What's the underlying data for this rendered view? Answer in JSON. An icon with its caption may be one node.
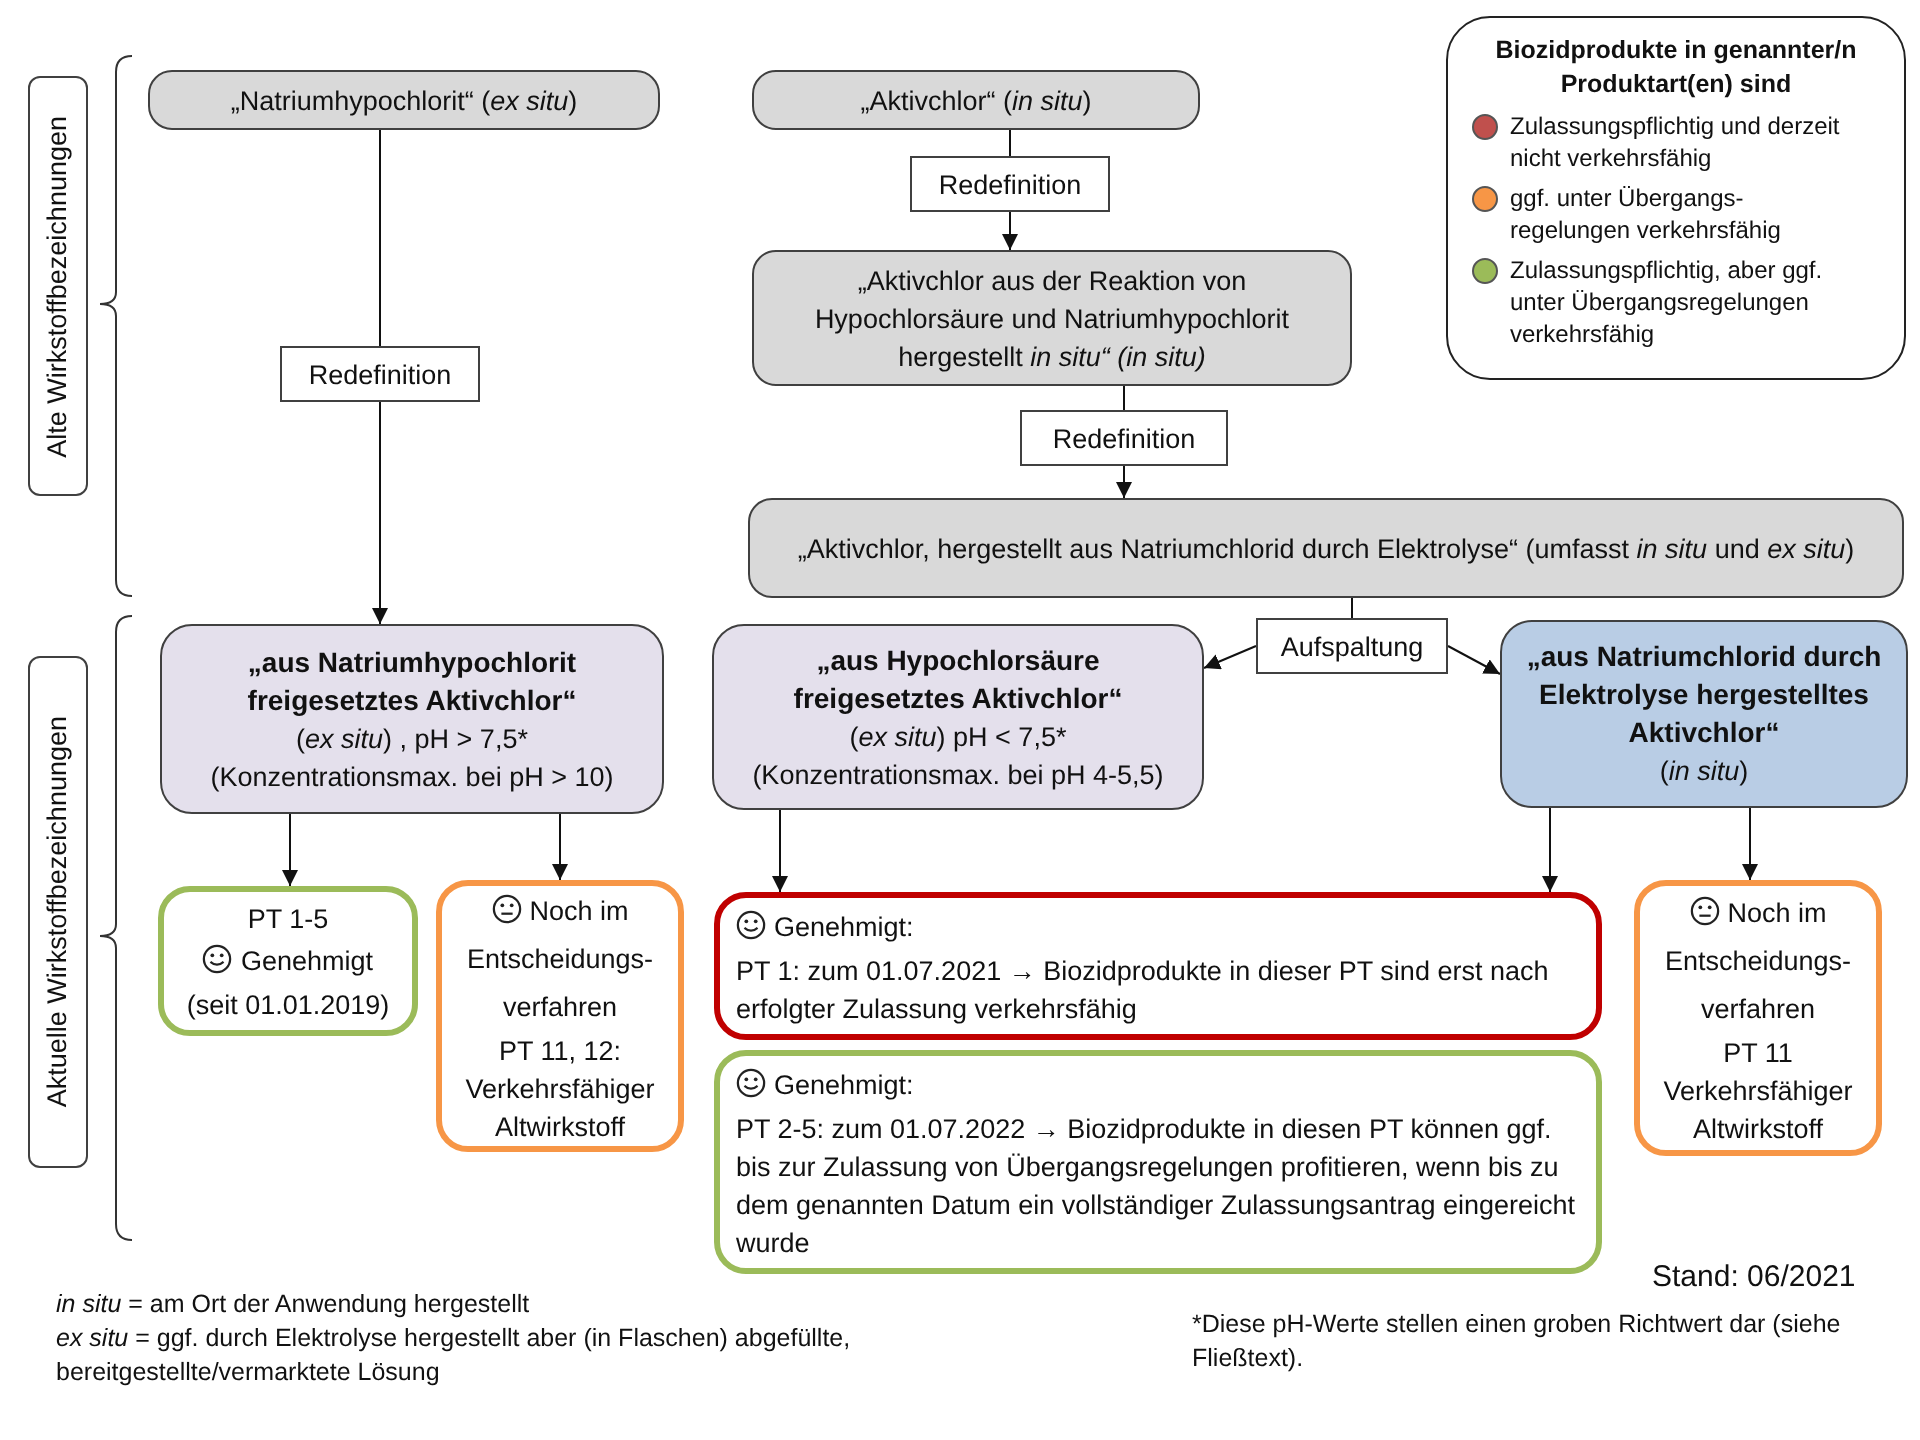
{
  "diagram": {
    "nodes": [
      {
        "text": [
          "Alte Wirkstoffbezeichnungen"
        ]
      },
      {
        "text": [
          "„Natriumhypochlorit“ (*ex situ*)"
        ]
      },
      {
        "text": [
          "„Aktivchlor“ (*in situ*)"
        ]
      },
      {
        "text": [
          "Redefinition"
        ]
      },
      {
        "text": [
          "„Aktivchlor aus der Reaktion von Hypochlorsäure und Natriumhypochlorit hergestellt *in situ“ (in situ)*"
        ]
      },
      {
        "text": [
          "Redefinition"
        ]
      },
      {
        "text": [
          "Redefinition"
        ]
      },
      {
        "text": [
          "„Aktivchlor, hergestellt aus Natriumchlorid durch Elektrolyse“ (umfasst *in situ* und *ex situ*)"
        ]
      },
      {
        "text": [
          "Aktuelle Wirkstoffbezeichnungen"
        ]
      },
      {
        "text": [
          "„aus Natriumhypochlorit freigesetztes Aktivchlor“",
          "(*ex situ*) , pH > 7,5*",
          "(Konzentrationsmax. bei pH > 10)"
        ]
      },
      {
        "text": [
          "„aus Hypochlorsäure freigesetztes Aktivchlor“",
          "(*ex situ*) pH < 7,5*",
          "(Konzentrationsmax. bei pH 4-5,5)"
        ]
      },
      {
        "text": [
          "Aufspaltung"
        ]
      },
      {
        "text": [
          "„aus Natriumchlorid durch Elektrolyse hergestelltes Aktivchlor“",
          "(*in situ*)"
        ]
      },
      {
        "text": [
          "PT 1-5",
          "Genehmigt",
          "(seit 01.01.2019)"
        ]
      },
      {
        "text": [
          "Noch im Entscheidungs-verfahren",
          "PT 11, 12:",
          "Verkehrsfähiger Altwirkstoff"
        ]
      },
      {
        "text": [
          "Genehmigt:",
          "PT 1: zum 01.07.2021 → Biozidprodukte in dieser PT sind erst nach erfolgter Zulassung verkehrsfähig"
        ]
      },
      {
        "text": [
          "Noch im Entscheidungs-verfahren",
          "PT 11",
          "Verkehrsfähiger Altwirkstoff"
        ]
      },
      {
        "text": [
          "Genehmigt:",
          "PT 2-5: zum 01.07.2022 → Biozidprodukte in diesen PT können ggf. bis zur Zulassung von Übergangsregelungen profitieren, wenn bis zu dem genannten Datum ein vollständiger Zulassungsantrag eingereicht wurde"
        ]
      }
    ],
    "edges": [
      {
        "from": 1,
        "to": 5,
        "arrow": "none"
      },
      {
        "from": 5,
        "to": 9,
        "arrow": "to"
      },
      {
        "from": 2,
        "to": 3,
        "arrow": "none"
      },
      {
        "from": 3,
        "to": 4,
        "arrow": "to"
      },
      {
        "from": 4,
        "to": 6,
        "arrow": "none"
      },
      {
        "from": 6,
        "to": 7,
        "arrow": "to"
      },
      {
        "from": 7,
        "to": 11,
        "arrow": "none"
      },
      {
        "from": 11,
        "to": 10,
        "arrow": "to"
      },
      {
        "from": 11,
        "to": 12,
        "arrow": "to"
      },
      {
        "from": 9,
        "to": 13,
        "arrow": "to"
      },
      {
        "from": 9,
        "to": 14,
        "arrow": "to"
      },
      {
        "from": 10,
        "to": 15,
        "arrow": "to"
      },
      {
        "from": 12,
        "to": 15,
        "arrow": "to"
      },
      {
        "from": 12,
        "to": 16,
        "arrow": "to"
      }
    ],
    "labels": [
      "Biozidprodukte in genannter/n Produktart(en) sind",
      "Stand: 06/2021",
      "*in situ* = am Ort der Anwendung hergestellt",
      "*ex situ* = ggf. durch Elektrolyse hergestellt aber (in Flaschen) abgefüllte, bereitgestellte/vermarktete Lösung",
      "*Diese pH-Werte stellen einen groben Richtwert dar (siehe Fließtext)."
    ],
    "legend": [
      {
        "text": "Zulassungspflichtig und derzeit nicht verkehrsfähig",
        "color": "#c0504d"
      },
      {
        "text": "ggf. unter Übergangs-regelungen verkehrsfähig",
        "color": "#f79646"
      },
      {
        "text": "Zulassungspflichtig, aber ggf. unter Übergangsregelungen verkehrsfähig",
        "color": "#9bbb59"
      }
    ]
  }
}
